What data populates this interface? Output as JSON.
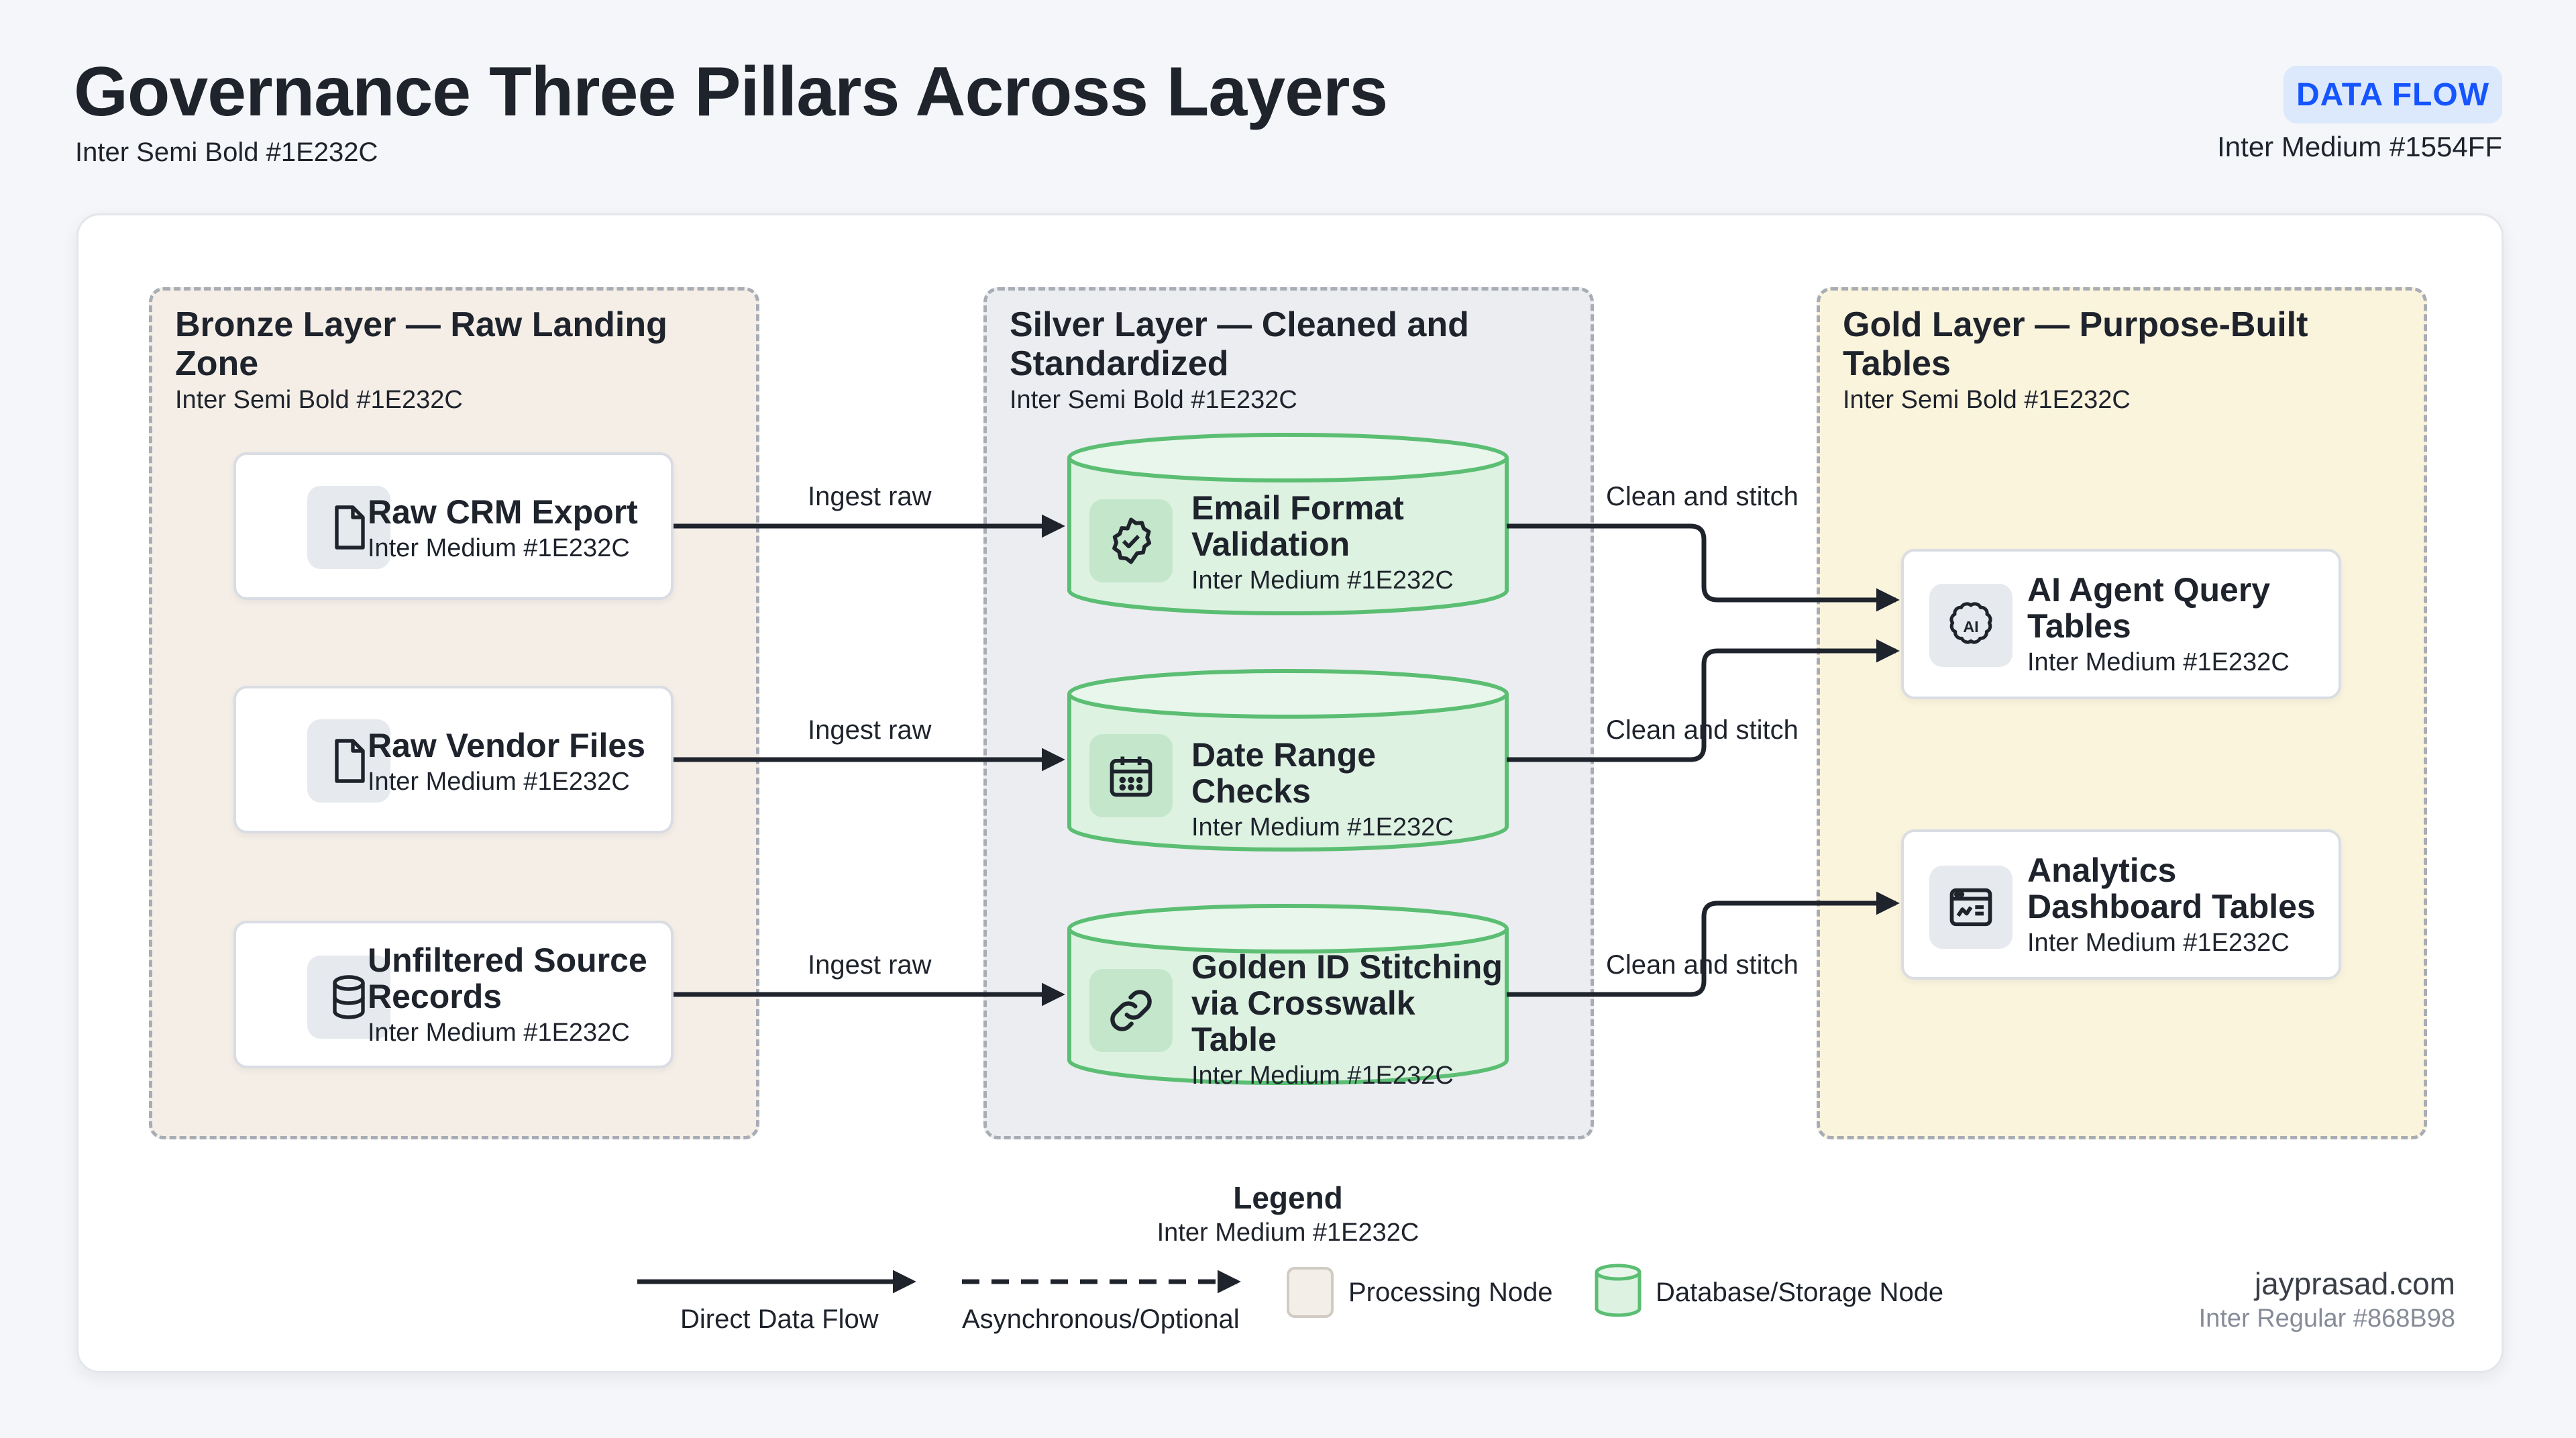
{
  "header": {
    "title": "Governance Three Pillars Across Layers",
    "subtitle": "Inter Semi Bold #1E232C",
    "badge": "DATA FLOW",
    "badge_sub": "Inter Medium #1554FF"
  },
  "zones": {
    "bronze": {
      "title": "Bronze Layer — Raw Landing Zone",
      "sub": "Inter Semi Bold #1E232C"
    },
    "silver": {
      "title": "Silver Layer — Cleaned and Standardized",
      "sub": "Inter Semi Bold #1E232C"
    },
    "gold": {
      "title": "Gold Layer — Purpose-Built Tables",
      "sub": "Inter Semi Bold #1E232C"
    }
  },
  "bronze_nodes": [
    {
      "title": "Raw CRM Export",
      "sub": "Inter Medium #1E232C",
      "icon": "file-icon"
    },
    {
      "title": "Raw Vendor Files",
      "sub": "Inter Medium #1E232C",
      "icon": "file-icon"
    },
    {
      "title": "Unfiltered Source Records",
      "sub": "Inter Medium #1E232C",
      "icon": "database-icon"
    }
  ],
  "silver_nodes": [
    {
      "title": "Email Format Validation",
      "sub": "Inter Medium #1E232C",
      "icon": "badge-check-icon"
    },
    {
      "title": "Date Range Checks",
      "sub": "Inter Medium #1E232C",
      "icon": "calendar-icon"
    },
    {
      "title": "Golden ID Stitching via Crosswalk Table",
      "sub": "Inter Medium #1E232C",
      "icon": "link-icon"
    }
  ],
  "gold_nodes": [
    {
      "title": "AI Agent Query Tables",
      "sub": "Inter Medium #1E232C",
      "icon": "ai-brain-icon"
    },
    {
      "title": "Analytics Dashboard Tables",
      "sub": "Inter Medium #1E232C",
      "icon": "dashboard-icon"
    }
  ],
  "edges": {
    "ingest": [
      "Ingest raw",
      "Ingest raw",
      "Ingest raw"
    ],
    "clean": [
      "Clean and stitch",
      "Clean and stitch",
      "Clean and stitch"
    ]
  },
  "legend": {
    "title": "Legend",
    "sub": "Inter Medium #1E232C",
    "direct": "Direct Data Flow",
    "async": "Asynchronous/Optional",
    "processing": "Processing Node",
    "database": "Database/Storage Node"
  },
  "brand": {
    "name": "jayprasad.com",
    "sub": "Inter Regular #868B98"
  },
  "colors": {
    "ink": "#1E232C",
    "accent": "#1554FF",
    "bronze_fill": "#F4EEE7",
    "silver_fill": "#ECEDF1",
    "gold_fill": "#FBF4DD",
    "db_fill": "#DDF2E1",
    "db_stroke": "#5BBE73",
    "muted": "#868B98"
  }
}
